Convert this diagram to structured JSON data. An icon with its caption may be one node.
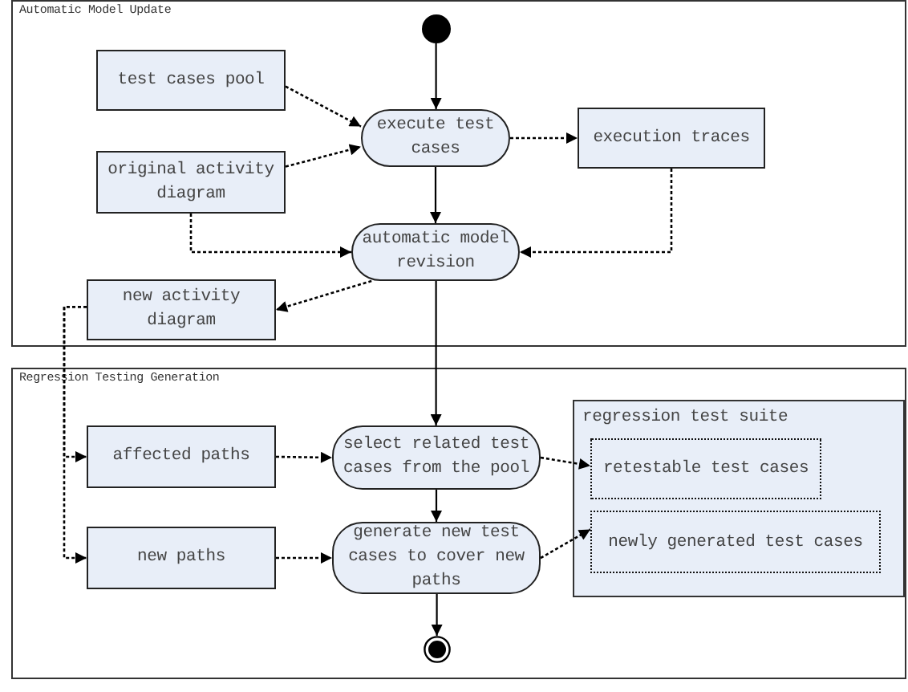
{
  "diagram": {
    "nodes": [
      {
        "text": [
          "Automatic Model Update"
        ]
      },
      {
        "text": [],
        "shape": "circle",
        "in": 0
      },
      {
        "text": [
          "test cases pool"
        ],
        "in": 0
      },
      {
        "text": [
          "execute test cases"
        ],
        "in": 0
      },
      {
        "text": [
          "execution traces"
        ],
        "in": 0
      },
      {
        "text": [
          "original activity diagram"
        ],
        "in": 0
      },
      {
        "text": [
          "automatic model revision"
        ],
        "in": 0
      },
      {
        "text": [
          "new activity diagram"
        ],
        "in": 0
      },
      {
        "text": [
          "Regression Testing Generation"
        ]
      },
      {
        "text": [
          "affected paths"
        ],
        "in": 8
      },
      {
        "text": [
          "select related test cases from the pool"
        ],
        "in": 8
      },
      {
        "text": [
          "regression test suite"
        ],
        "in": 8
      },
      {
        "text": [
          "retestable test cases"
        ],
        "in": 11
      },
      {
        "text": [
          "new paths"
        ],
        "in": 8
      },
      {
        "text": [
          "generate new test cases to cover  new paths"
        ],
        "in": 8
      },
      {
        "text": [
          "newly generated test cases"
        ],
        "in": 11
      },
      {
        "text": [],
        "shape": "circle",
        "in": 8
      }
    ],
    "edges": [
      {
        "from": 1,
        "to": 3,
        "arrow": "to"
      },
      {
        "from": 2,
        "to": 3,
        "arrow": "to",
        "style": "dashed"
      },
      {
        "from": 5,
        "to": 3,
        "arrow": "to",
        "style": "dashed"
      },
      {
        "from": 3,
        "to": 4,
        "arrow": "to",
        "style": "dashed"
      },
      {
        "from": 3,
        "to": 6,
        "arrow": "to"
      },
      {
        "from": 5,
        "to": 6,
        "arrow": "to",
        "style": "dashed"
      },
      {
        "from": 4,
        "to": 6,
        "arrow": "to",
        "style": "dashed"
      },
      {
        "from": 6,
        "to": 7,
        "arrow": "to",
        "style": "dashed"
      },
      {
        "from": 6,
        "to": 10,
        "arrow": "to"
      },
      {
        "from": 7,
        "to": 9,
        "arrow": "to",
        "style": "dashed"
      },
      {
        "from": 7,
        "to": 13,
        "arrow": "to",
        "style": "dashed"
      },
      {
        "from": 9,
        "to": 10,
        "arrow": "to",
        "style": "dashed"
      },
      {
        "from": 13,
        "to": 14,
        "arrow": "to",
        "style": "dashed"
      },
      {
        "from": 10,
        "to": 14,
        "arrow": "to"
      },
      {
        "from": 10,
        "to": 12,
        "arrow": "to",
        "style": "dashed"
      },
      {
        "from": 14,
        "to": 15,
        "arrow": "to",
        "style": "dashed"
      },
      {
        "from": 14,
        "to": 16,
        "arrow": "to"
      }
    ]
  }
}
